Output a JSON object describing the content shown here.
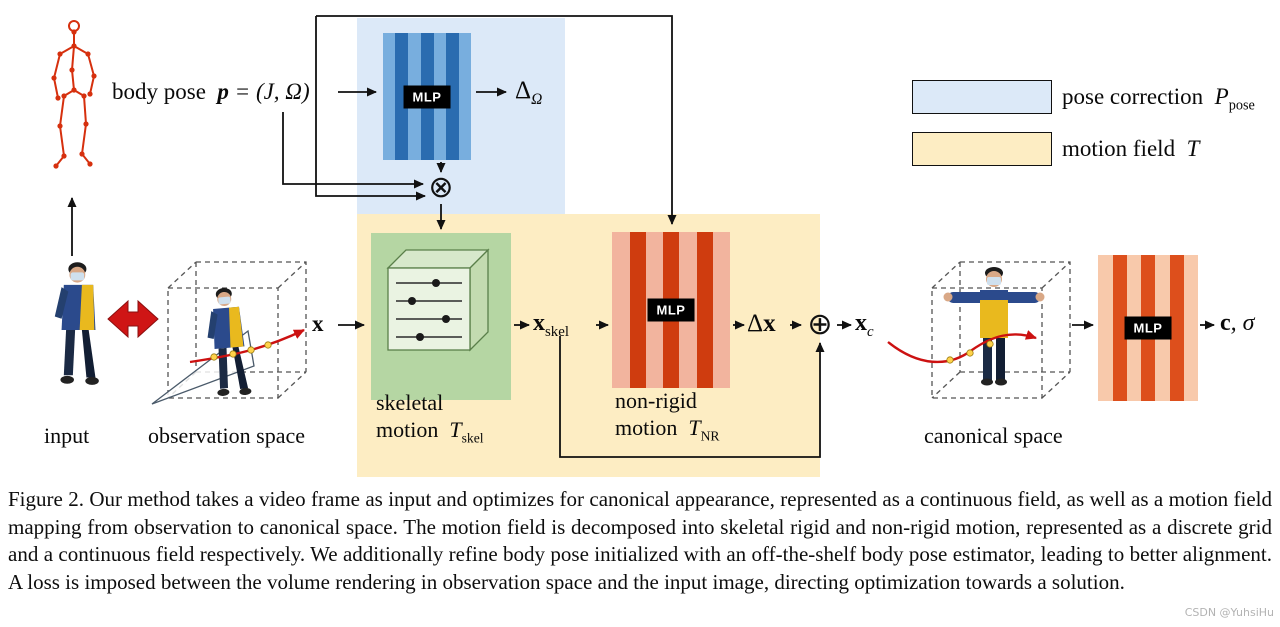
{
  "figure": {
    "pose": {
      "label": "body pose",
      "p": "p",
      "eq": "= (J, Ω)",
      "mlp": "MLP",
      "delta": "Δ",
      "delta_sub": "Ω",
      "otimes": "⊗"
    },
    "flow": {
      "x": "x",
      "x_skel_base": "x",
      "x_skel_sub": "skel",
      "delta_x_delta": "Δ",
      "delta_x_x": "x",
      "oplus": "⊕",
      "x_c_base": "x",
      "x_c_sub": "c",
      "c": "c",
      "c_sigma_rest": ", σ"
    },
    "skeletal": {
      "line1": "skeletal",
      "line2": "motion",
      "t": "T",
      "sub": "skel"
    },
    "nonrigid": {
      "line1": "non-rigid",
      "line2": "motion",
      "t": "T",
      "sub": "NR",
      "mlp": "MLP"
    },
    "canonical_mlp": {
      "mlp": "MLP"
    },
    "spaces": {
      "input": "input",
      "observation": "observation space",
      "canonical": "canonical space"
    },
    "legend": {
      "pose_label": "pose correction",
      "pose_math": "P",
      "pose_sub": "pose",
      "motion_label": "motion field",
      "motion_math": "T"
    },
    "colors": {
      "pose_correction": "#dce9f8",
      "motion_field": "#fdedc3",
      "skeletal_box": "#b5d6a3",
      "pose_mlp_bg": "#78aede",
      "pose_mlp_bar": "#2a6cb0",
      "nonrigid_mlp_bg": "#f2b49e",
      "nonrigid_mlp_bar": "#cf3c0f",
      "canonical_mlp_bg": "#f8c9ab",
      "canonical_mlp_bar": "#dd4f1c",
      "red_accent": "#cc1111",
      "skeleton_red": "#d6300e"
    }
  },
  "caption": "Figure 2. Our method takes a video frame as input and optimizes for canonical appearance, represented as a continuous field, as well as a motion field mapping from observation to canonical space. The motion field is decomposed into skeletal rigid and non-rigid motion, represented as a discrete grid and a continuous field respectively. We additionally refine body pose initialized with an off-the-shelf body pose estimator, leading to better alignment. A loss is imposed between the volume rendering in observation space and the input image, directing optimization towards a solution.",
  "watermark": "CSDN @YuhsiHu"
}
